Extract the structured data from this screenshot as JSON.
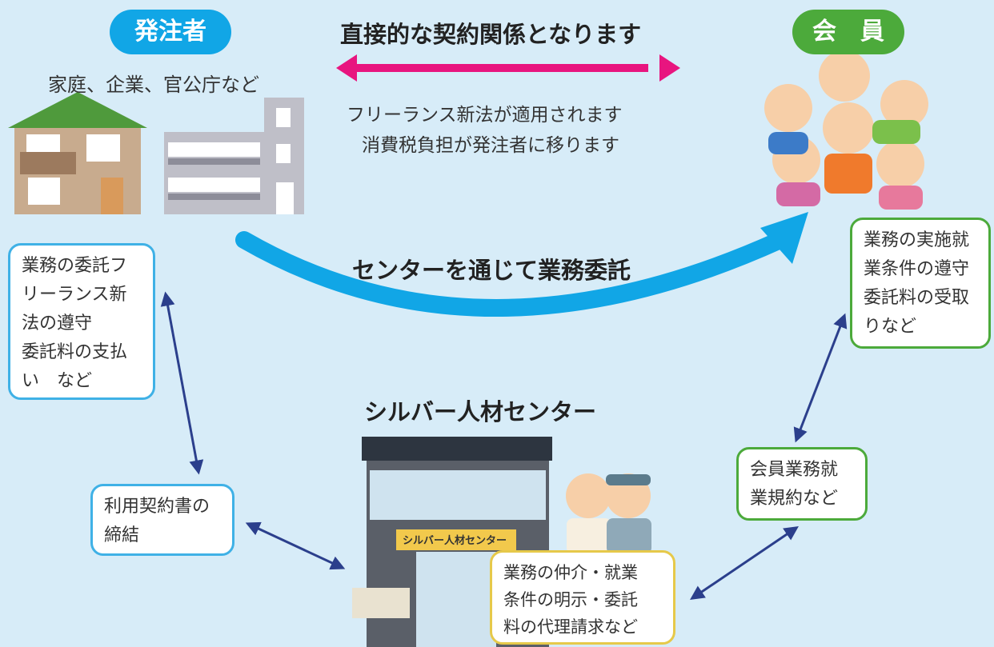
{
  "client": {
    "badge": "発注者",
    "subtitle": "家庭、企業、官公庁など"
  },
  "member": {
    "badge": "会　員"
  },
  "top": {
    "relation": "直接的な契約関係となります",
    "note1": "フリーランス新法が適用されます",
    "note2": "消費税負担が発注者に移ります"
  },
  "middle": {
    "via_center": "センターを通じて業務委託"
  },
  "center": {
    "title": "シルバー人材センター",
    "sign": "シルバー人材センター"
  },
  "boxes": {
    "client_duties": "業務の委託フ\nリーランス新\n法の遵守\n委託料の支払\nい　など",
    "member_duties": "業務の実施就\n業条件の遵守\n委託料の受取\nりなど",
    "contract": "利用契約書の\n締結",
    "rules": "会員業務就\n業規約など",
    "center_role": "業務の仲介・就業\n条件の明示・委託\n料の代理請求など"
  },
  "colors": {
    "magenta": "#e8157f",
    "blue": "#11a6e6",
    "green": "#4caa3b",
    "navy": "#2b3f8c"
  }
}
